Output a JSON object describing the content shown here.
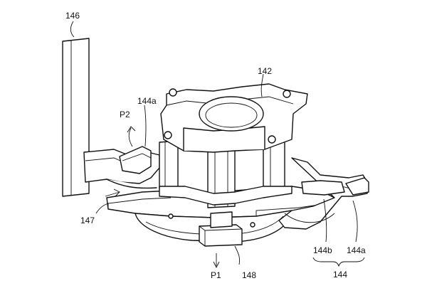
{
  "figure": {
    "labels": {
      "wall": "146",
      "top_block": "142",
      "arm_left_tip": "144a",
      "arm_right_tip": "144a",
      "arm_right_base": "144b",
      "arm_group": "144",
      "base": "147",
      "foot": "148",
      "direction_p1": "P1",
      "direction_p2": "P2"
    }
  }
}
